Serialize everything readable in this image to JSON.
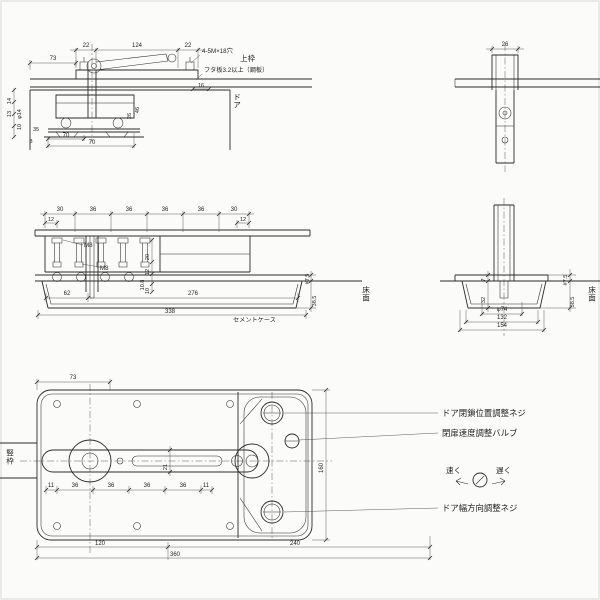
{
  "sheet": {
    "bg": "#fbfbf9",
    "ink": "#2b2b2b"
  },
  "top_pivot_section": {
    "dim_22L": "22",
    "dim_124": "124",
    "dim_22R": "22",
    "dim_73": "73",
    "note_holes": "4-5M×18穴",
    "note_plate": "フタ板3.2以上（鋼板）",
    "label_top_frame": "上枠",
    "label_door": "ドア",
    "dim_14": "14",
    "dim_13": "13",
    "dim_phi14": "φ14",
    "dim_10": "10",
    "dim_35": "35",
    "dim_3": "3",
    "dim_70a": "70",
    "dim_70b": "70",
    "dim_46": "46",
    "dim_26": "26",
    "dim_16": "16"
  },
  "top_pivot_front": {
    "dim_26": "26"
  },
  "hinge_body_section": {
    "dim_30L": "30",
    "dim_36": "36",
    "dim_30R": "30",
    "dim_12_edge": "12",
    "bolt_label": "M8",
    "dim_20": "20",
    "dim_12": "12",
    "dim_10_8": "10.8",
    "dim_10": "10",
    "dim_62": "62",
    "dim_276": "276",
    "dim_338": "338",
    "label_cement_case": "セメントケース",
    "dim_plate_7_5": "#7.5",
    "dim_depth_38_5": "38.5",
    "label_floor": "床面"
  },
  "hinge_body_front": {
    "dim_phi74": "φ74",
    "dim_132": "132",
    "dim_154": "154",
    "dim_7": "7",
    "dim_32": "32",
    "dim_plate_7_5": "#7.5",
    "dim_depth_38_5": "38.5",
    "label_floor": "床面"
  },
  "plan_view": {
    "dim_73": "73",
    "dim_11": "11",
    "dim_36": "36",
    "dim_21": "21",
    "dim_120": "120",
    "dim_240": "240",
    "dim_360": "360",
    "dim_160": "160",
    "label_jamb": "竪枠",
    "callout_close_position": "ドア閉鎖位置調整ネジ",
    "callout_speed_valve": "閉扉速度調整バルブ",
    "callout_width_adjust": "ドア幅方向調整ネジ",
    "label_fast": "速く",
    "label_slow": "遅く"
  }
}
